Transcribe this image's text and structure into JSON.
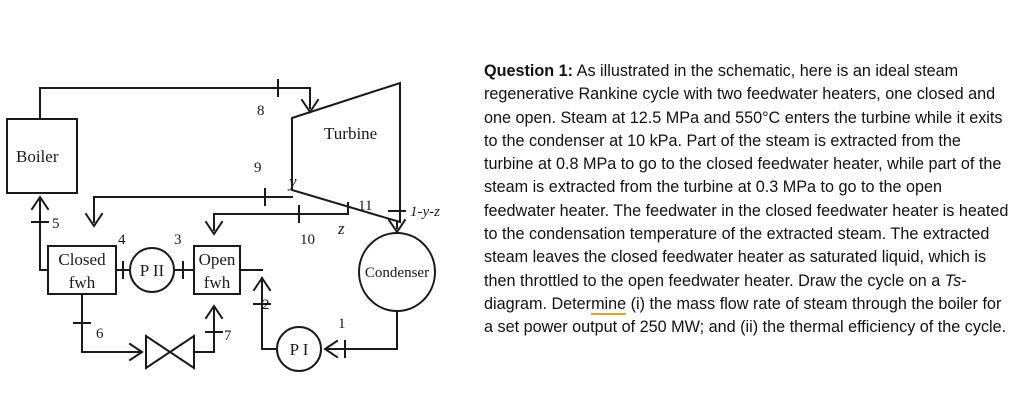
{
  "diagram": {
    "boiler": "Boiler",
    "turbine": "Turbine",
    "condenser": "Condenser",
    "closed_fwh": [
      "Closed",
      "fwh"
    ],
    "open_fwh": [
      "Open",
      "fwh"
    ],
    "pump2": "P II",
    "pump1": "P I",
    "states": [
      "1",
      "2",
      "3",
      "4",
      "5",
      "6",
      "7",
      "8",
      "9",
      "10",
      "11"
    ],
    "fraction_y": "y",
    "fraction_z": "z",
    "fraction_rest": "1-y-z"
  },
  "question": {
    "heading": "Question 1:",
    "text_a": " As illustrated in the schematic, here is an ideal steam regenerative Rankine cycle with two feedwater heaters, one closed and one open.  Steam at 12.5 MPa and 550°C enters the turbine while it exits to the condenser at 10 kPa.  Part of the steam is extracted from the turbine at 0.8 MPa to go to the closed feedwater heater, while part of the steam is extracted from the turbine at 0.3 MPa to go to the open feedwater heater.  The feedwater in the closed feedwater heater is heated to the condensation temperature of the extracted steam.  The extracted steam leaves the closed feedwater heater as saturated liquid, which is then throttled to the open feedwater heater.  Draw the cycle on a ",
    "ts": "Ts",
    "text_b": "-diagram.  Deter",
    "text_hl": "mine",
    "text_c": " (i) the mass flow rate of steam through the boiler for a set power output of 250 MW; and (ii) the thermal efficiency of the cycle."
  }
}
